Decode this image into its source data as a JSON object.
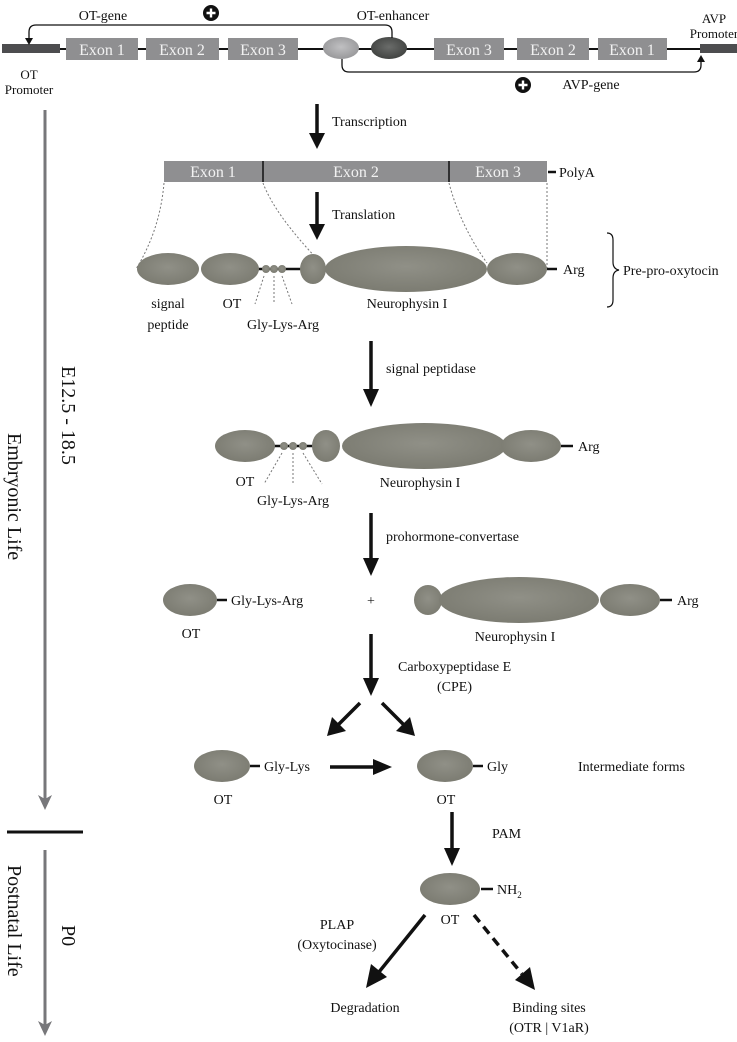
{
  "colors": {
    "exon_fill": "#8f8f91",
    "promoter_fill": "#4d4d4f",
    "peptide_fill": "#84847a",
    "timeline": "#77777a",
    "enhancer_light": "#a8a8aa",
    "enhancer_dark": "#4e504e",
    "arrow": "#111111"
  },
  "genes": {
    "ot_gene_label": "OT-gene",
    "ot_enhancer_label": "OT-enhancer",
    "avp_gene_label": "AVP-gene",
    "ot_promoter_line1": "OT",
    "ot_promoter_line2": "Promoter",
    "avp_promoter_line1": "AVP",
    "avp_promoter_line2": "Promoter",
    "ot_exons": [
      "Exon 1",
      "Exon 2",
      "Exon 3"
    ],
    "avp_exons": [
      "Exon 3",
      "Exon 2",
      "Exon 1"
    ],
    "plus_symbol": "+"
  },
  "steps": {
    "transcription": "Transcription",
    "translation": "Translation",
    "signal_peptidase": "signal peptidase",
    "prohormone_convertase": "prohormone-convertase",
    "cpe_line1": "Carboxypeptidase E",
    "cpe_line2": "(CPE)",
    "pam": "PAM",
    "plap_line1": "PLAP",
    "plap_line2": "(Oxytocinase)"
  },
  "mrna": {
    "exons": [
      "Exon 1",
      "Exon 2",
      "Exon 3"
    ],
    "tail": "PolyA"
  },
  "preproot": {
    "signal_line1": "signal",
    "signal_line2": "peptide",
    "ot": "OT",
    "gly_lys_arg": "Gly-Lys-Arg",
    "neurophysin": "Neurophysin I",
    "arg": "Arg",
    "bracket_label": "Pre-pro-oxytocin"
  },
  "proot": {
    "ot": "OT",
    "gly_lys_arg": "Gly-Lys-Arg",
    "neurophysin": "Neurophysin I",
    "arg": "Arg"
  },
  "cleaved": {
    "ot": "OT",
    "gly_lys_arg": "Gly-Lys-Arg",
    "plus": "+",
    "neurophysin": "Neurophysin I",
    "arg": "Arg"
  },
  "intermediates": {
    "left_ot": "OT",
    "left_tail": "Gly-Lys",
    "right_ot": "OT",
    "right_tail": "Gly",
    "label": "Intermediate forms"
  },
  "mature": {
    "ot": "OT",
    "nh": "NH",
    "sub": "2"
  },
  "outcomes": {
    "degradation": "Degradation",
    "binding_line1": "Binding sites",
    "binding_line2": "(OTR | V1aR)"
  },
  "timeline": {
    "embryonic_label": "Embryonic Life",
    "embryonic_range": "E12.5 - 18.5",
    "postnatal_label": "Postnatal Life",
    "postnatal_range": "P0"
  }
}
